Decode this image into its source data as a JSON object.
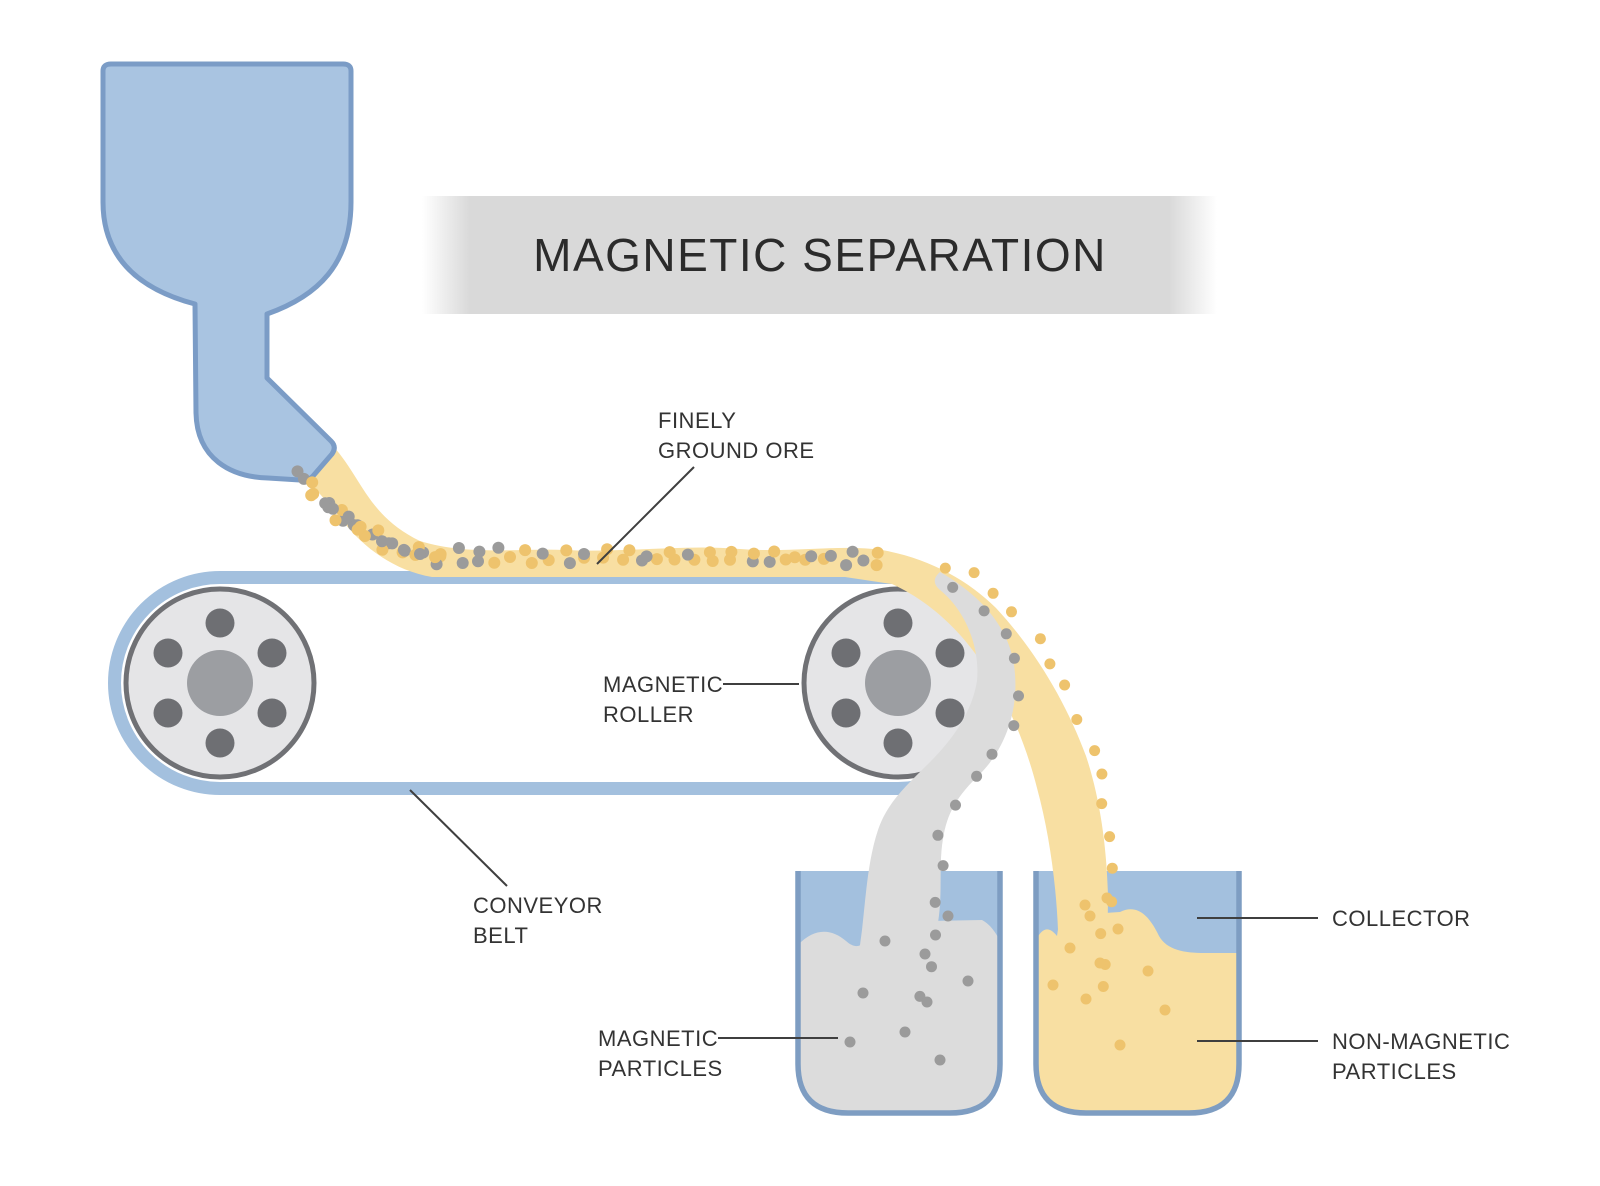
{
  "title": "MAGNETIC SEPARATION",
  "labels": {
    "finely_ground_ore": {
      "line1": "FINELY",
      "line2": "GROUND ORE"
    },
    "magnetic_roller": {
      "line1": "MAGNETIC",
      "line2": "ROLLER"
    },
    "conveyor_belt": {
      "line1": "CONVEYOR",
      "line2": "BELT"
    },
    "magnetic_particles": {
      "line1": "MAGNETIC",
      "line2": "PARTICLES"
    },
    "collector": {
      "line1": "COLLECTOR"
    },
    "non_magnetic_particles": {
      "line1": "NON-MAGNETIC",
      "line2": "PARTICLES"
    }
  },
  "colors": {
    "hopper_fill": "#a9c4e1",
    "hopper_stroke": "#7b9cc6",
    "belt": "#a3c0de",
    "roller_fill": "#e5e5e7",
    "roller_stroke": "#707175",
    "roller_hub": "#9c9ea2",
    "roller_bolt": "#6e6f73",
    "ore_stream_yellow": "#f8dfa2",
    "particle_yellow": "#eec36d",
    "stream_gray": "#dcdcdc",
    "particle_gray": "#9b9b9b",
    "collector_fill": "#a3c0de",
    "collector_stroke": "#7e9dc2",
    "banner": "#d9d9d9",
    "title_text": "#2b2b2b",
    "label_text": "#333333"
  }
}
